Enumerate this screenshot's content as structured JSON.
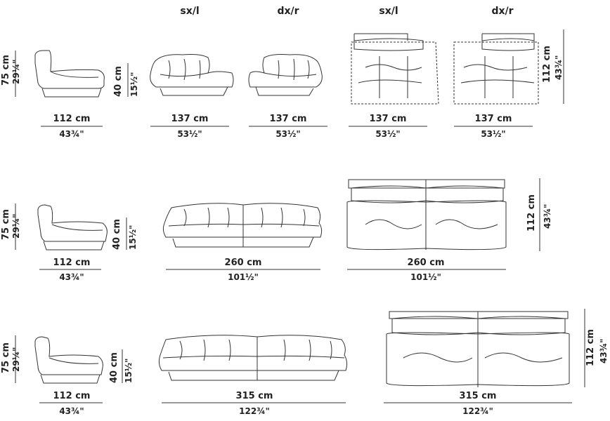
{
  "column_headers": [
    "sx/l",
    "dx/r",
    "sx/l",
    "dx/r"
  ],
  "dims": {
    "h75": "75 cm",
    "h75_in": "29¼\"",
    "h40": "40 cm",
    "h40_in": "15½\"",
    "d112": "112 cm",
    "d112_in": "43¾\"",
    "w137": "137 cm",
    "w137_in": "53½\"",
    "w260": "260 cm",
    "w260_in": "101½\"",
    "w315": "315 cm",
    "w315_in": "122¾\""
  }
}
